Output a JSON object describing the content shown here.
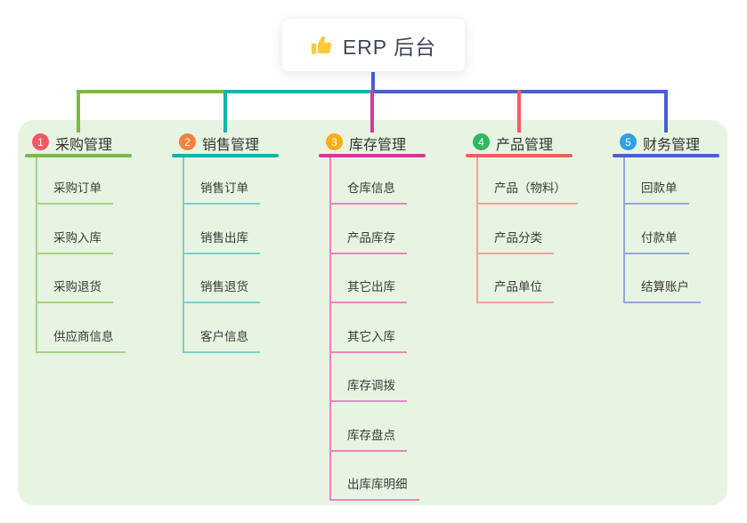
{
  "root": {
    "title": "ERP 后台",
    "icon": "thumbs-up-icon",
    "icon_color": "#FFC83D",
    "stem_color": "#4A5FCE"
  },
  "panel_color": "#E6F4E1",
  "branches": [
    {
      "index": "1",
      "title": "采购管理",
      "badge_color": "#F25767",
      "line_color": "#7CB849",
      "child_line_color": "#A9D287",
      "children": [
        "采购订单",
        "采购入库",
        "采购退货",
        "供应商信息"
      ]
    },
    {
      "index": "2",
      "title": "销售管理",
      "badge_color": "#F5813B",
      "line_color": "#13B2AD",
      "child_line_color": "#7CCFCA",
      "children": [
        "销售订单",
        "销售出库",
        "销售退货",
        "客户信息"
      ]
    },
    {
      "index": "3",
      "title": "库存管理",
      "badge_color": "#FBAD16",
      "line_color": "#D4389E",
      "child_line_color": "#EF83C2",
      "children": [
        "仓库信息",
        "产品库存",
        "其它出库",
        "其它入库",
        "库存调拨",
        "库存盘点",
        "出库库明细"
      ]
    },
    {
      "index": "4",
      "title": "产品管理",
      "badge_color": "#2EB85C",
      "line_color": "#F15F5F",
      "child_line_color": "#F7A2A0",
      "children": [
        "产品（物料）",
        "产品分类",
        "产品单位"
      ]
    },
    {
      "index": "5",
      "title": "财务管理",
      "badge_color": "#2E9FE6",
      "line_color": "#4A5FCE",
      "child_line_color": "#96A4DF",
      "children": [
        "回款单",
        "付款单",
        "结算账户"
      ]
    }
  ]
}
